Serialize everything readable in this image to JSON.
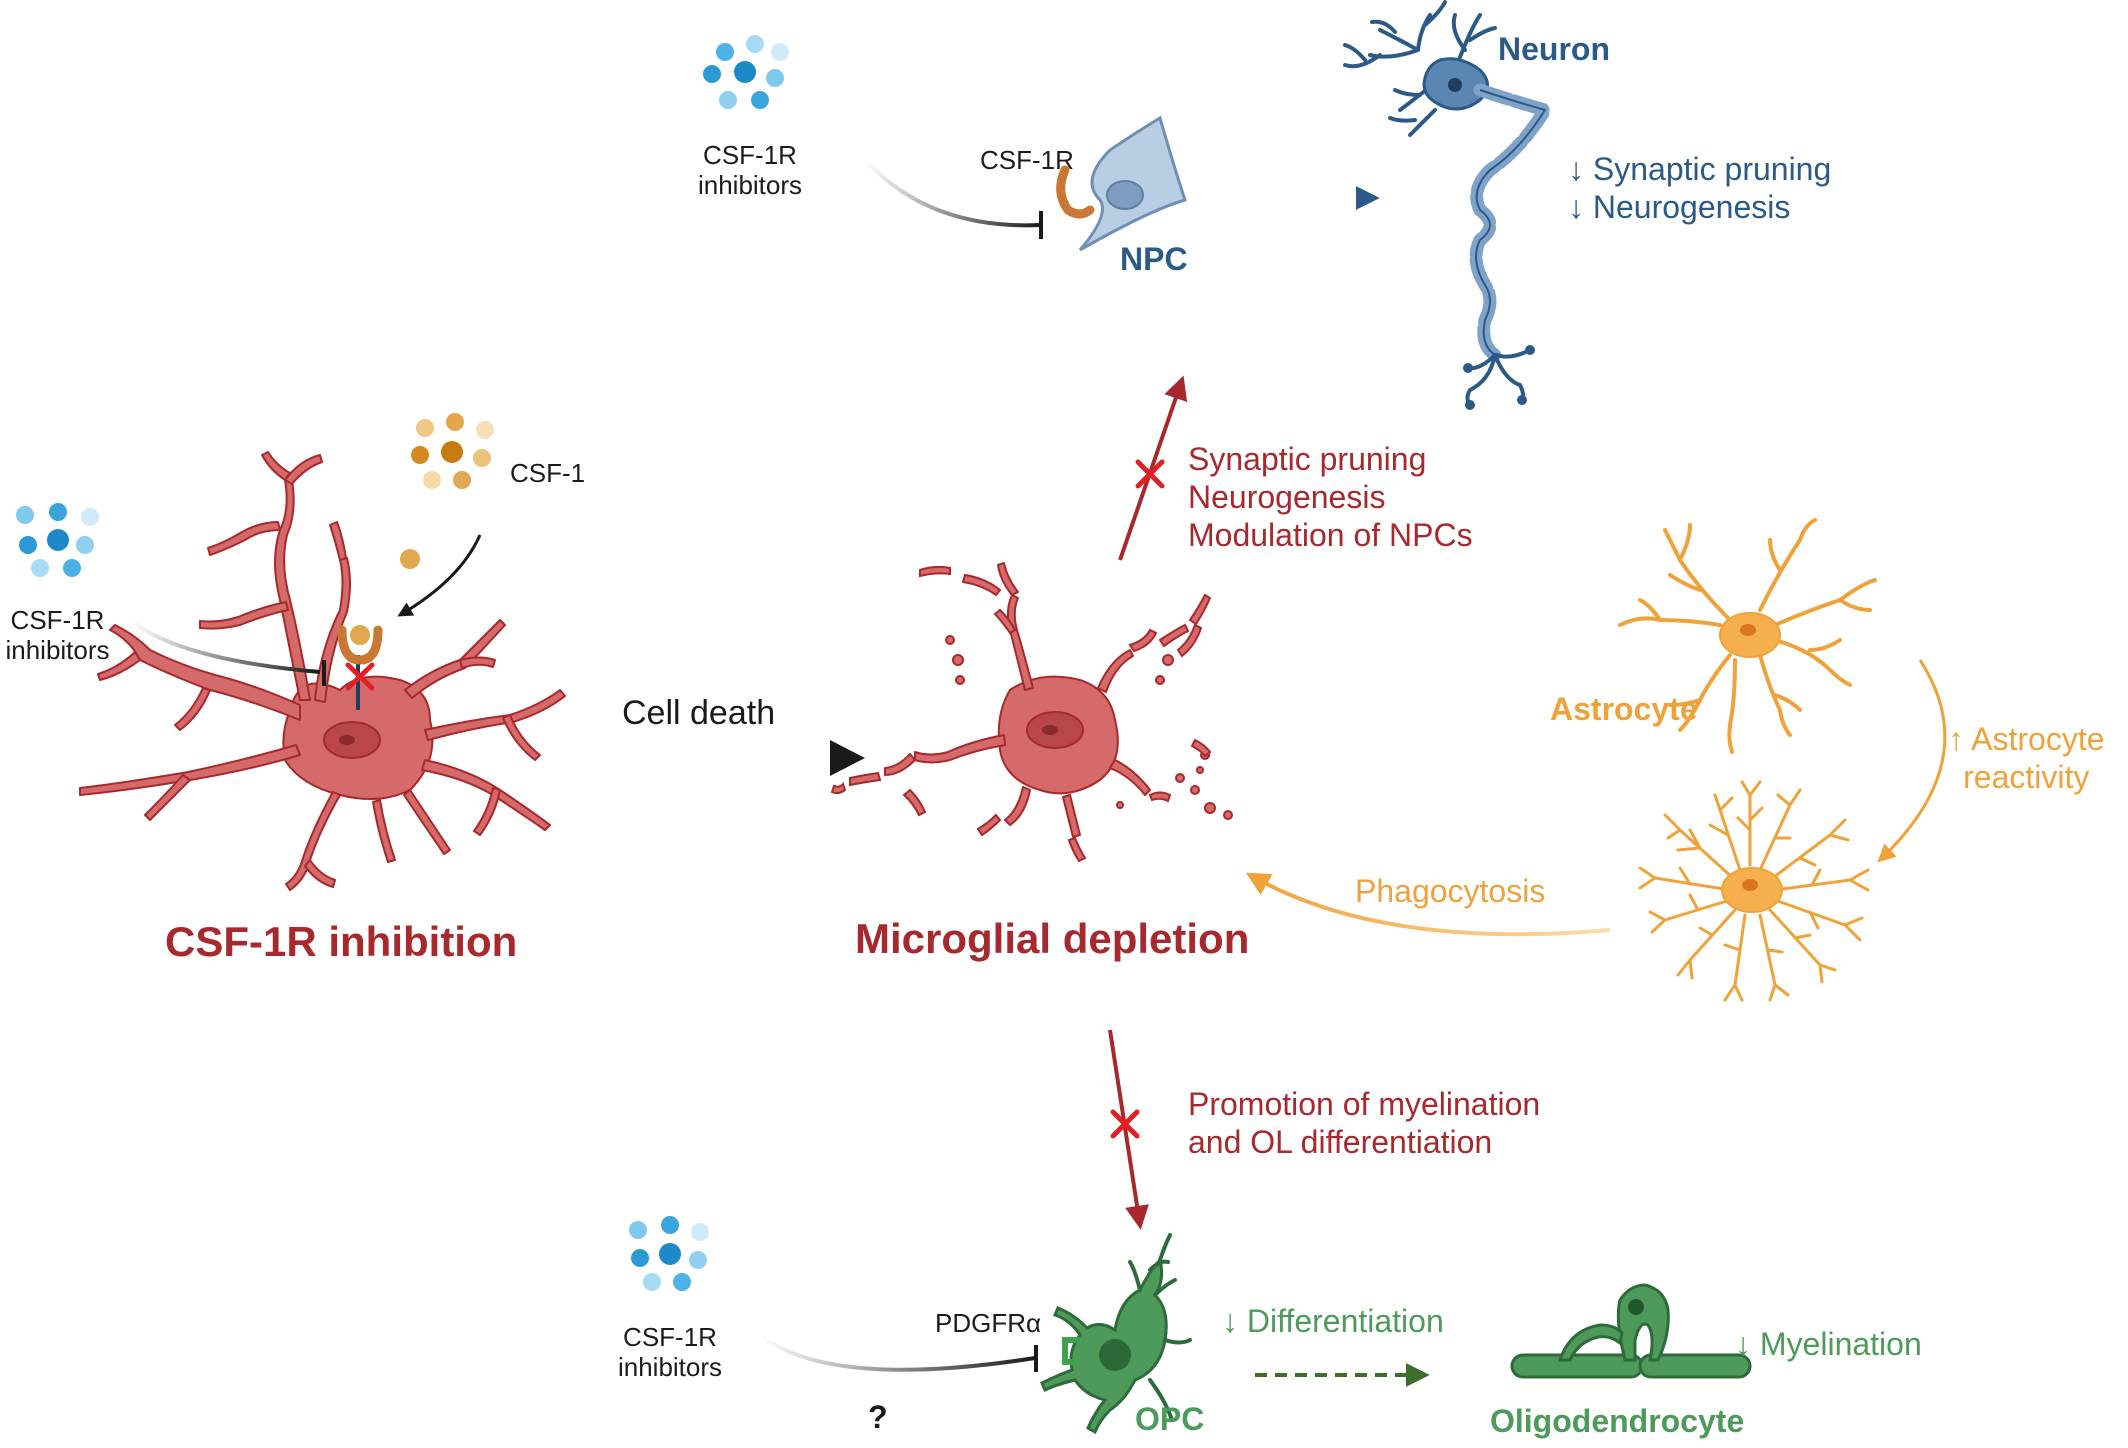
{
  "colors": {
    "microglia": "#d46a6a",
    "microglia_dark": "#a8292d",
    "neuron": "#2c5a87",
    "npc": "#b9cde3",
    "astrocyte": "#f0a23a",
    "opc": "#3f8a52",
    "inhibitor_blue": "#3aa0d6",
    "csf1_orange": "#d79a2e"
  },
  "top": {
    "inhibitor_label": [
      "CSF-1R",
      "inhibitors"
    ],
    "receptor_label": "CSF-1R",
    "npc_label": "NPC",
    "neuron_label": "Neuron",
    "neuron_effects": [
      "↓ Synaptic pruning",
      "↓ Neurogenesis"
    ]
  },
  "left": {
    "inhibitor_label": [
      "CSF-1R",
      "inhibitors"
    ],
    "ligand_label": "CSF-1",
    "title": "CSF-1R inhibition"
  },
  "center": {
    "arrow_label": "Cell death",
    "title": "Microglial depletion",
    "up_functions": [
      "Synaptic pruning",
      "Neurogenesis",
      "Modulation of NPCs"
    ],
    "down_functions": [
      "Promotion of myelination",
      "and OL differentiation"
    ]
  },
  "right": {
    "astrocyte_label": "Astrocyte",
    "reactivity_label": [
      "↑ Astrocyte",
      "reactivity"
    ],
    "phagocytosis_label": "Phagocytosis"
  },
  "bottom": {
    "inhibitor_label": [
      "CSF-1R",
      "inhibitors"
    ],
    "question_mark": "?",
    "receptor_label": "PDGFRα",
    "opc_label": "OPC",
    "differentiation_label": "↓ Differentiation",
    "oligo_label": "Oligodendrocyte",
    "myelination_label": "↓ Myelination"
  }
}
